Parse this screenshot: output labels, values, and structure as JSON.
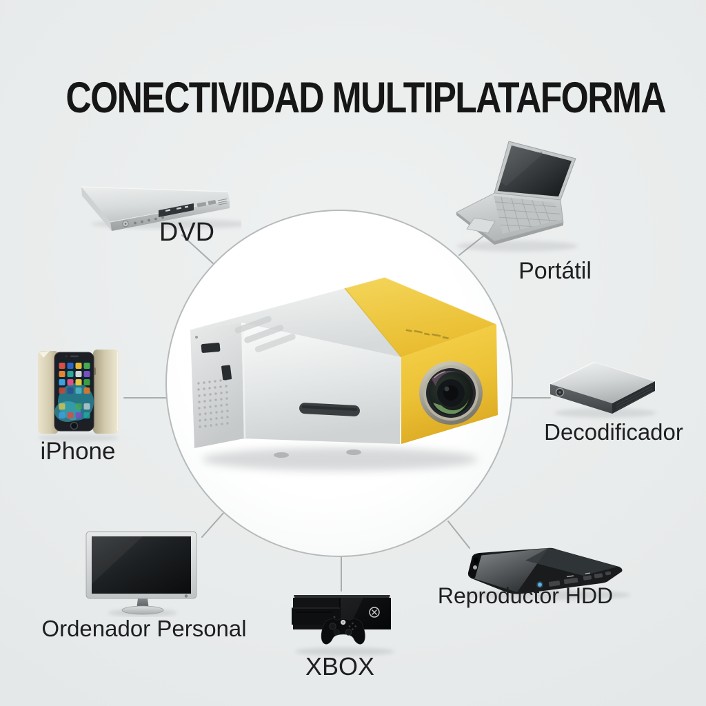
{
  "title": "CONECTIVIDAD MULTIPLATAFORMA",
  "devices": [
    {
      "id": "dvd",
      "label": "DVD"
    },
    {
      "id": "portatil",
      "label": "Portátil"
    },
    {
      "id": "iphone",
      "label": "iPhone"
    },
    {
      "id": "decodificador",
      "label": "Decodificador"
    },
    {
      "id": "ordenador-personal",
      "label": "Ordenador Personal"
    },
    {
      "id": "xbox",
      "label": "XBOX"
    },
    {
      "id": "reproductor-hdd",
      "label": "Reproductor HDD"
    }
  ],
  "colors": {
    "background": "#e8ebeb",
    "hub_circle_fill": "#fdfdfd",
    "hub_circle_border": "#b6babb",
    "connector_line": "#a4a9ab",
    "title_text": "#161616",
    "label_text": "#1e1f20",
    "projector_yellow": "#eec43e",
    "projector_body": "#e9ebeb"
  }
}
